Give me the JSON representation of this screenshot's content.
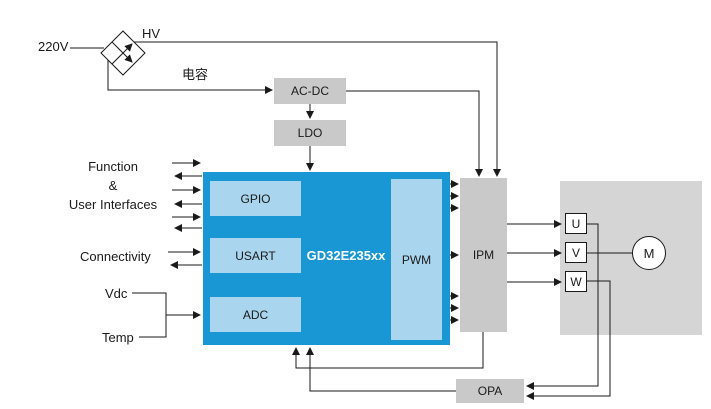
{
  "diagram": {
    "power": {
      "input": "220V",
      "hv": "HV",
      "capacitor": "电容",
      "acdc": "AC-DC",
      "ldo": "LDO"
    },
    "mcu": {
      "name": "GD32E235xx",
      "gpio": "GPIO",
      "usart": "USART",
      "adc": "ADC",
      "pwm": "PWM"
    },
    "ipm": "IPM",
    "opa": "OPA",
    "motor": {
      "u": "U",
      "v": "V",
      "w": "W",
      "m": "M"
    },
    "left": {
      "function_line1": "Function",
      "function_line2": "&",
      "function_line3": "User Interfaces",
      "connectivity": "Connectivity",
      "vdc": "Vdc",
      "temp": "Temp"
    }
  },
  "colors": {
    "mcu_blue": "#1897d4",
    "inner_blue": "#a9d5ee",
    "block_gray": "#c9c9c9",
    "motor_gray": "#d5d5d5",
    "line": "#1a1a1a",
    "background": "#ffffff"
  }
}
